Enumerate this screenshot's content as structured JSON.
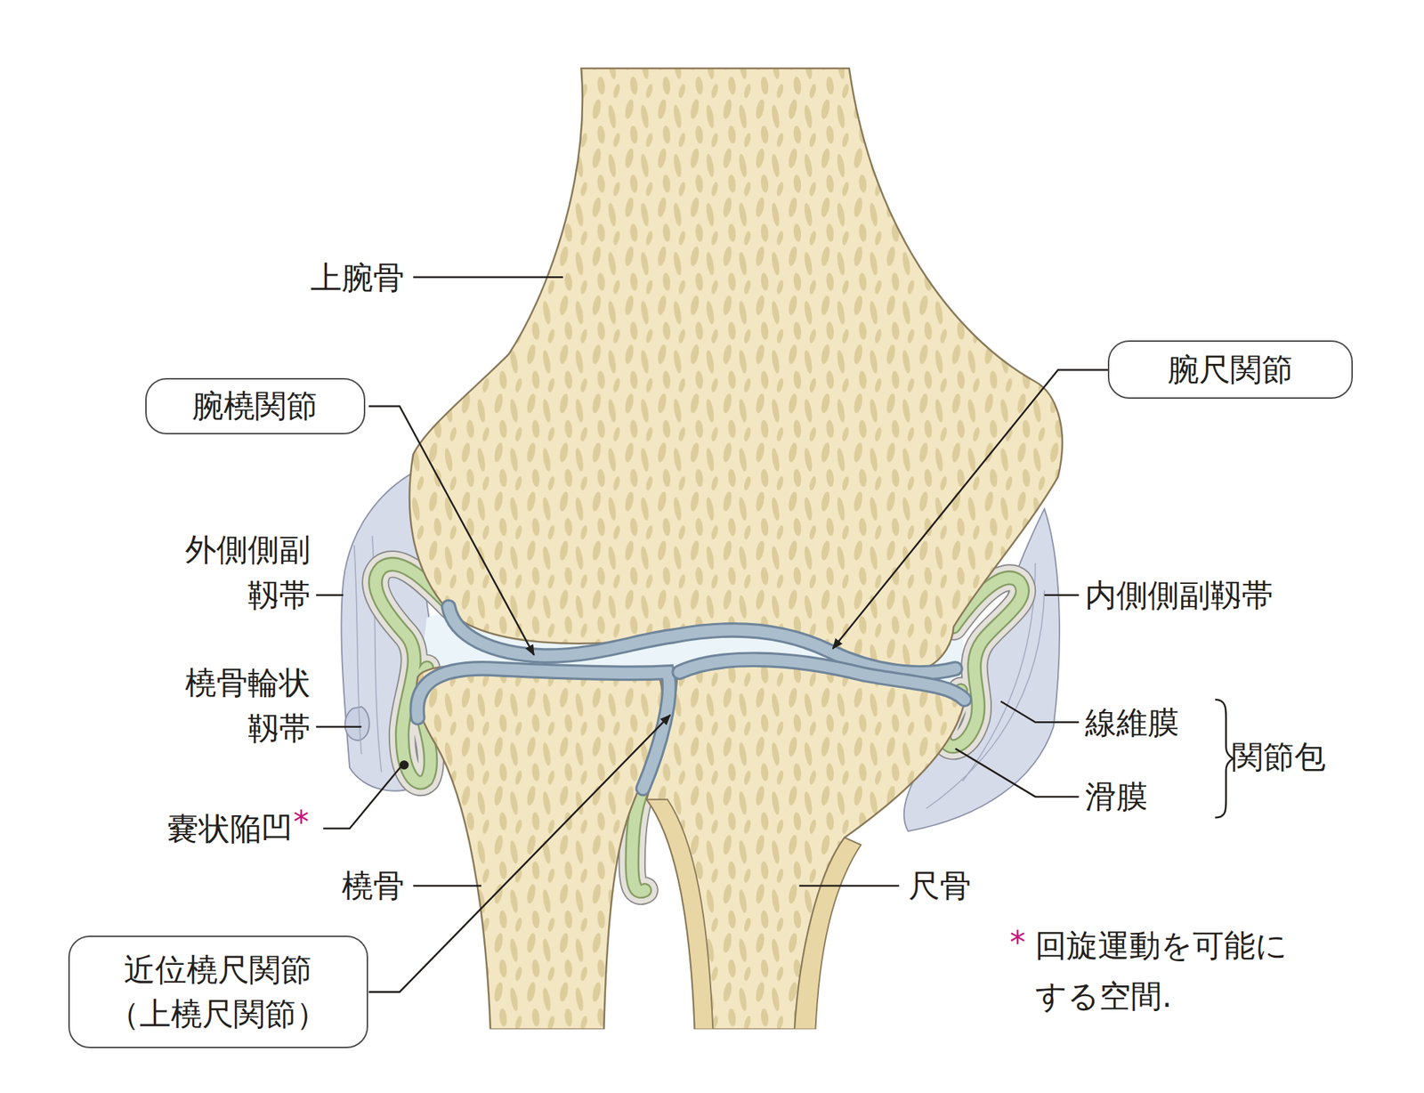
{
  "diagram": {
    "nodes": [
      {
        "text": [
          "腕橈関節"
        ]
      },
      {
        "text": [
          "腕尺関節"
        ]
      },
      {
        "text": [
          "近位橈尺関節",
          "（上橈尺関節）"
        ]
      }
    ],
    "labels": [
      "上腕骨",
      "外側側副靱帯",
      "橈骨輪状靱帯",
      "嚢状陥凹",
      "*",
      "橈骨",
      "尺骨",
      "内側側副靱帯",
      "線維膜",
      "滑膜",
      "関節包",
      "*",
      "回旋運動を可能にする空間."
    ]
  }
}
